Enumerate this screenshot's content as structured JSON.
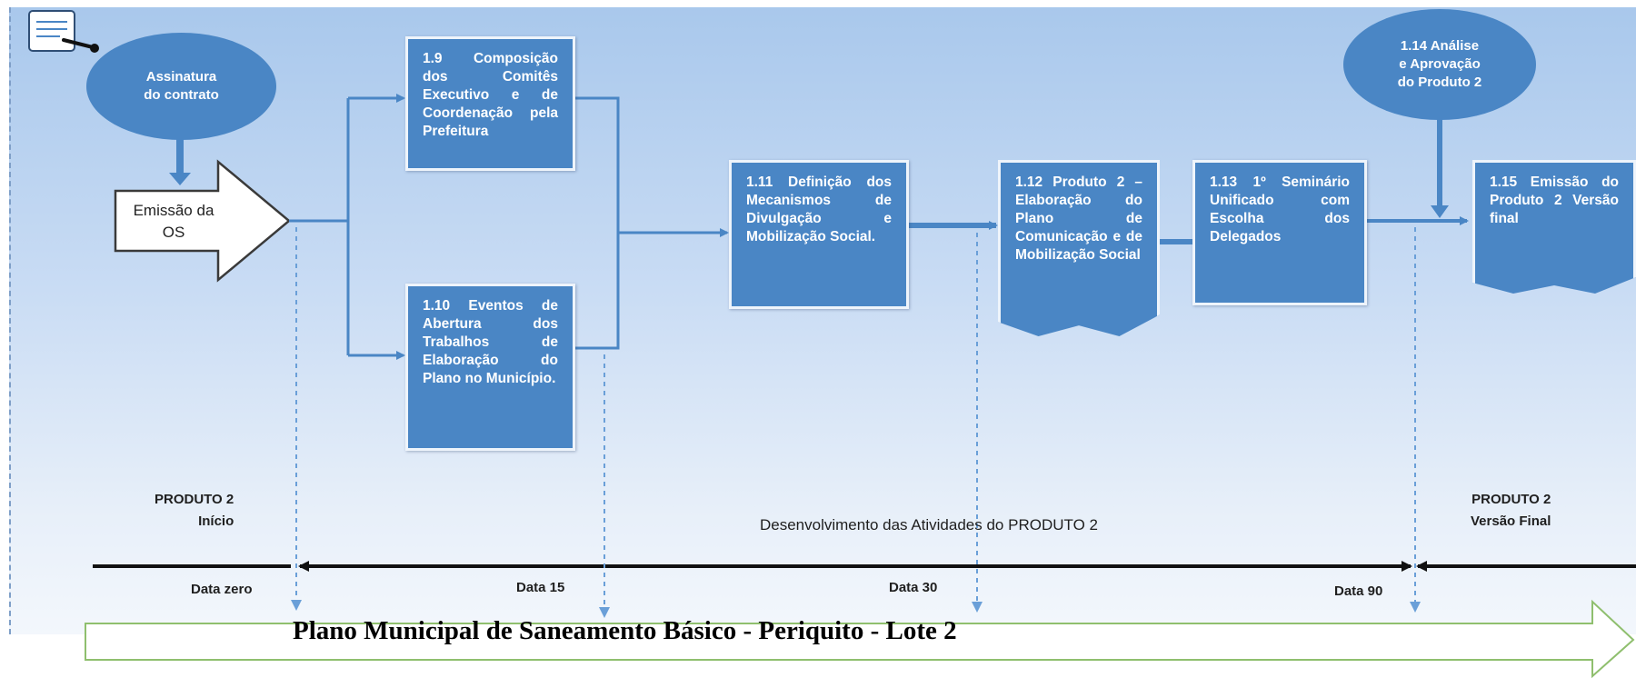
{
  "diagram": {
    "start_ellipse": "Assinatura\ndo contrato",
    "os_arrow": "Emissão da\nOS",
    "review_ellipse": "1.14 Análise\ne Aprovação\ndo Produto 2",
    "steps": [
      {
        "number": "1.9",
        "text": "Composição dos Comitês Executivo e de Coordenação pela Prefeitura"
      },
      {
        "number": "1.10",
        "text": "Eventos de Abertura dos Trabalhos de Elaboração do Plano no Município."
      },
      {
        "number": "1.11",
        "text": "Definição dos Mecanismos de Divulgação e Mobilização Social."
      },
      {
        "number": "1.12",
        "text": "Produto 2 – Elaboração do Plano de Comunicação e de Mobilização Social"
      },
      {
        "number": "1.13",
        "text": "1º Seminário Unificado com Escolha dos Delegados"
      },
      {
        "number": "1.15",
        "text": "Emissão do Produto 2 Versão final"
      }
    ]
  },
  "timeline": {
    "start_label": "PRODUTO 2\nInício",
    "end_label": "PRODUTO 2\nVersão Final",
    "development_label": "Desenvolvimento das Atividades do PRODUTO 2",
    "dates": [
      "Data zero",
      "Data 15",
      "Data 30",
      "Data 90"
    ]
  },
  "banner": "Plano Municipal de Saneamento Básico -  Periquito - Lote 2",
  "colors": {
    "box": "#4a86c5",
    "connector": "#4a86c5",
    "background": "#b9d3f1",
    "banner_border": "#8fbf6e"
  },
  "icons": [
    "contract-signing-icon"
  ]
}
